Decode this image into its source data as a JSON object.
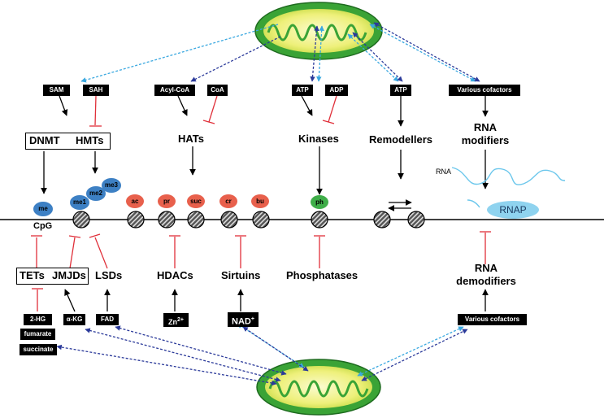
{
  "metabolites_top": {
    "sam": "SAM",
    "sah": "SAH",
    "acyl_coa": "Acyl-CoA",
    "coa": "CoA",
    "atp1": "ATP",
    "adp": "ADP",
    "atp2": "ATP",
    "various_cofactors": "Various cofactors"
  },
  "enzymes_top": {
    "dnmt": "DNMT",
    "hmts": "HMTs",
    "hats": "HATs",
    "kinases": "Kinases",
    "remodellers": "Remodellers",
    "rna_modifiers_1": "RNA",
    "rna_modifiers_2": "modifiers"
  },
  "marks": {
    "me_cpg": "me",
    "cpg": "CpG",
    "me1": "me1",
    "me2": "me2",
    "me3": "me3",
    "ac": "ac",
    "pr": "pr",
    "suc": "suc",
    "cr": "cr",
    "bu": "bu",
    "ph": "ph"
  },
  "rna": {
    "rna_label": "RNA",
    "rnap": "RNAP"
  },
  "enzymes_bottom": {
    "tets": "TETs",
    "jmjds": "JMJDs",
    "lsds": "LSDs",
    "hdacs": "HDACs",
    "sirtuins": "Sirtuins",
    "phosphatases": "Phosphatases",
    "rna_demodifiers_1": "RNA",
    "rna_demodifiers_2": "demodifiers"
  },
  "metabolites_bottom": {
    "two_hg": "2-HG",
    "fumarate": "fumarate",
    "succinate": "succinate",
    "akg": "α-KG",
    "fad": "FAD",
    "zn": "Zn",
    "zn_sup": "2+",
    "nad": "NAD",
    "nad_sup": "+",
    "various_cofactors": "Various cofactors"
  },
  "colors": {
    "acyl_mark": "#e8604c",
    "methyl_mark": "#3d80c4",
    "phospho_mark": "#3fae49",
    "inhibit": "#e0303a",
    "arrow_dark": "#2b3a9a",
    "arrow_light": "#3aa8e0",
    "mito_outer": "#3aa336",
    "mito_inner": "#f4f29a"
  }
}
